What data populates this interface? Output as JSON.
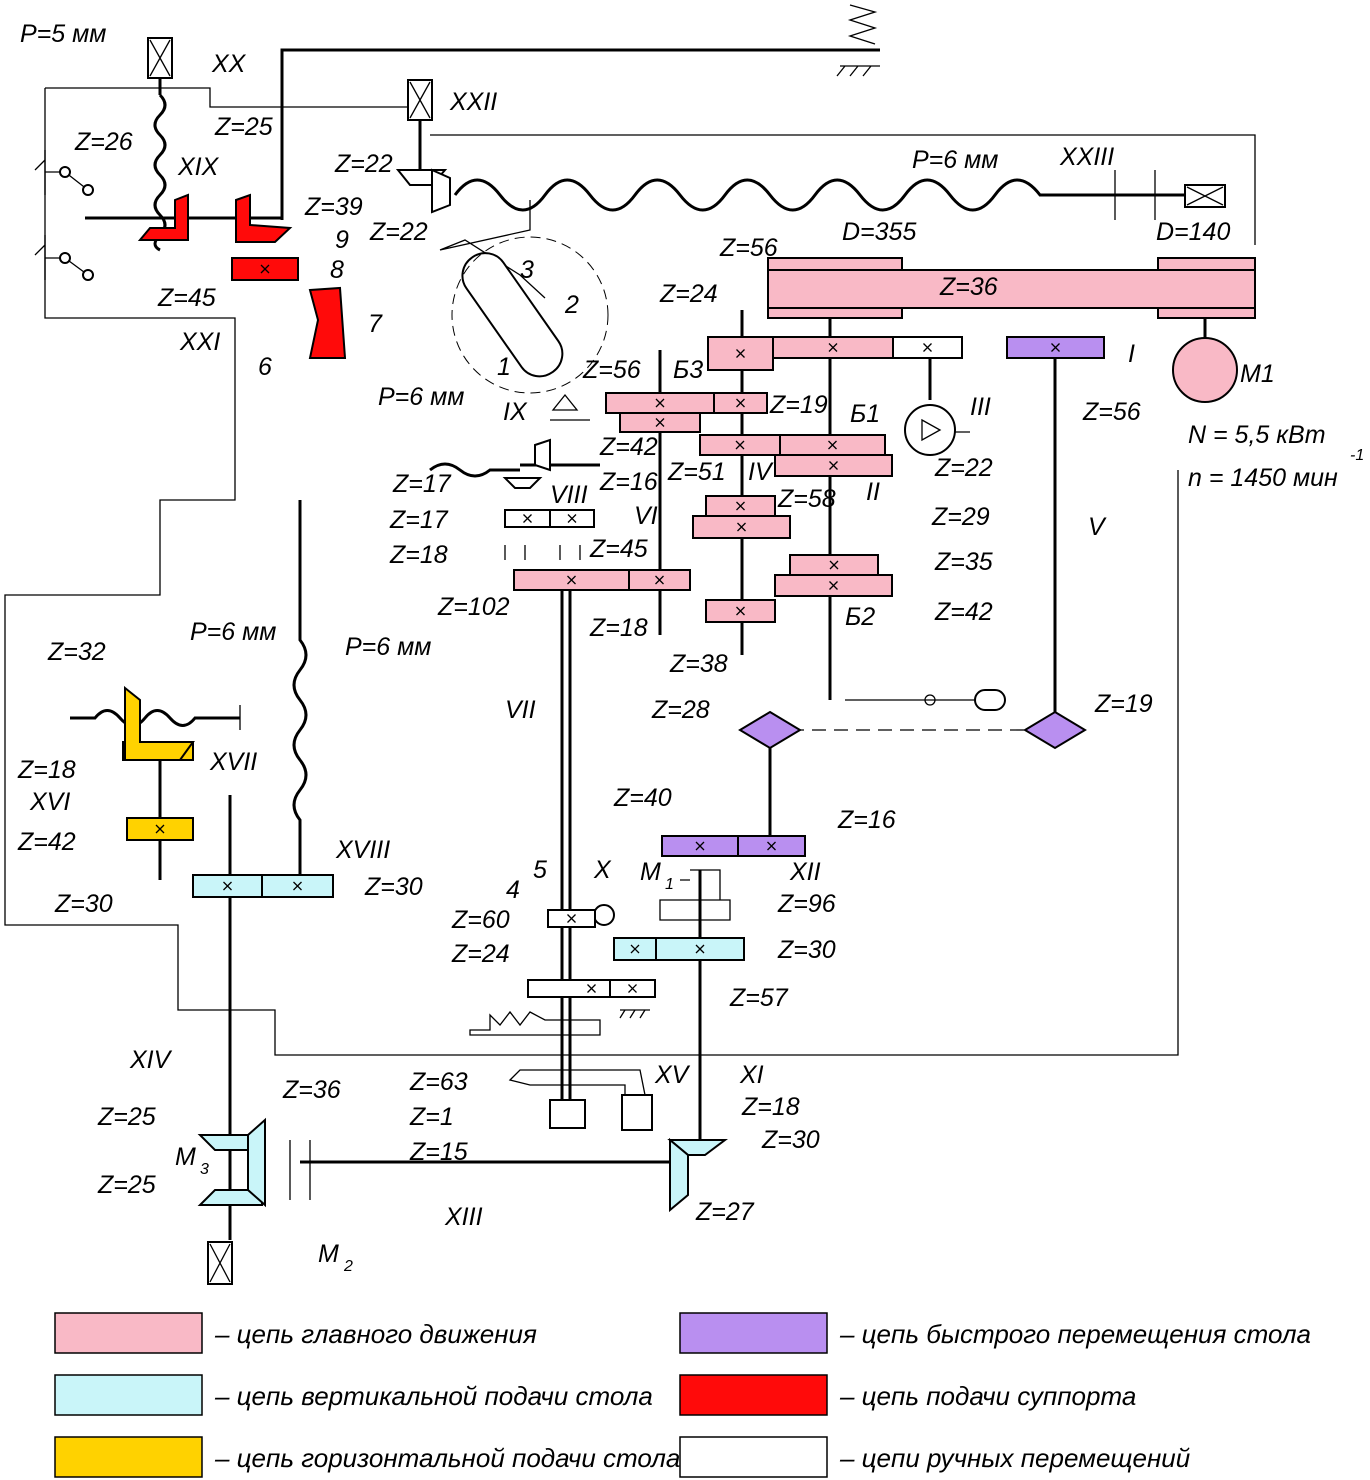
{
  "colors": {
    "main_motion": "#f9b9c6",
    "vertical_feed": "#c9f5f9",
    "horizontal_feed": "#ffd200",
    "rapid_traverse": "#b98ff0",
    "support_feed": "#ff0a0a",
    "manual": "#ffffff"
  },
  "labels": [
    "P=5 мм",
    "XX",
    "Z=26",
    "Z=25",
    "XIX",
    "Z=39",
    "9",
    "8",
    "7",
    "Z=45",
    "XXI",
    "6",
    "XXII",
    "Z=22",
    "Z=22",
    "P=6 мм",
    "XXIII",
    "3",
    "2",
    "1",
    "D=355",
    "D=140",
    "Z=56",
    "Z=24",
    "Z=36",
    "I",
    "M1",
    "Z=56",
    "Б3",
    "Z=19",
    "Б1",
    "III",
    "Z=56",
    "N = 5,5 кВт",
    "n = 1450 мин",
    "-1",
    "P=6 мм",
    "IX",
    "Z=42",
    "Z=22",
    "Z=17",
    "Z=16",
    "Z=51",
    "IV",
    "Z=58",
    "VIII",
    "Z=17",
    "VI",
    "II",
    "Z=29",
    "V",
    "Z=18",
    "Z=45",
    "Z=35",
    "Z=102",
    "Z=18",
    "Б2",
    "Z=42",
    "Z=38",
    "Z=32",
    "P=6 мм",
    "P=6 мм",
    "VII",
    "Z=28",
    "Z=19",
    "Z=18",
    "XVII",
    "XVI",
    "Z=42",
    "Z=40",
    "Z=16",
    "XVIII",
    "Z=30",
    "Z=30",
    "5",
    "X",
    "M",
    "1",
    "XII",
    "Z=96",
    "4",
    "Z=60",
    "Z=30",
    "Z=24",
    "Z=57",
    "XIV",
    "XV",
    "XI",
    "Z=63",
    "Z=36",
    "Z=1",
    "Z=18",
    "Z=25",
    "M",
    "3",
    "Z=15",
    "Z=30",
    "Z=25",
    "XIII",
    "M",
    "2",
    "Z=27"
  ],
  "legend": [
    {
      "text": "– цепь главного движения",
      "color": "#f9b9c6"
    },
    {
      "text": "– цепь быстрого перемещения стола",
      "color": "#b98ff0"
    },
    {
      "text": "– цепь вертикальной подачи стола",
      "color": "#c9f5f9"
    },
    {
      "text": "– цепь подачи суппорта",
      "color": "#ff0a0a"
    },
    {
      "text": "– цепь горизонтальной подачи стола",
      "color": "#ffd200"
    },
    {
      "text": "– цепи ручных перемещений",
      "color": "#ffffff"
    }
  ]
}
